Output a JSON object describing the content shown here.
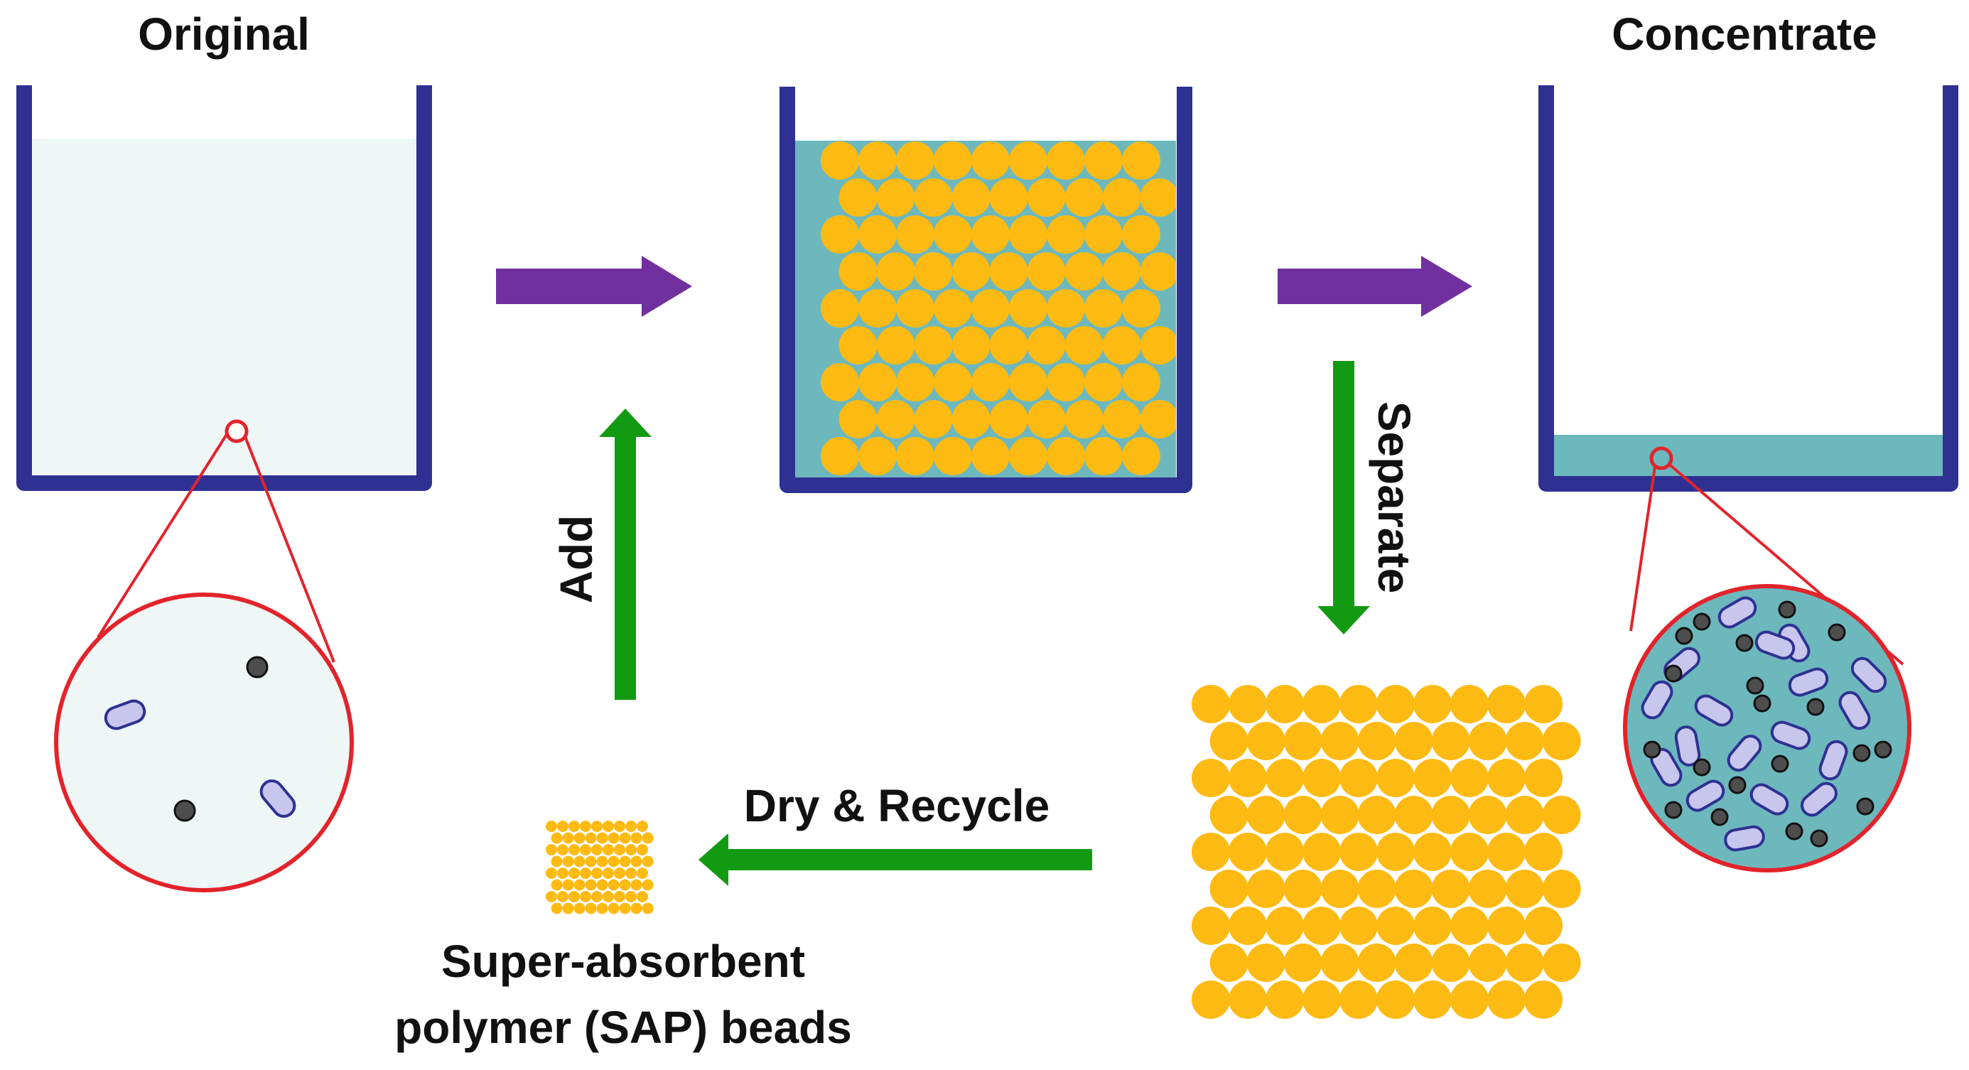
{
  "labels": {
    "original": "Original",
    "concentrate": "Concentrate",
    "add": "Add",
    "separate": "Separate",
    "dry_recycle": "Dry & Recycle",
    "sap_line1": "Super-absorbent",
    "sap_line2": "polymer (SAP) beads"
  },
  "colors": {
    "container": "#2E3192",
    "dilute_liquid": "#EEF6F6",
    "concentrate_liquid": "#6DB8BD",
    "bead": "#FDBA13",
    "process_arrow": "#7030A0",
    "cycle_arrow": "#139A13",
    "zoom_outline": "#E3232B",
    "particle": "#4D4D4D",
    "cell_fill": "#C9C6EE",
    "cell_outline": "#2E3192"
  },
  "icons": {
    "bacterium": "rounded-capsule",
    "particle": "dark-dot"
  }
}
